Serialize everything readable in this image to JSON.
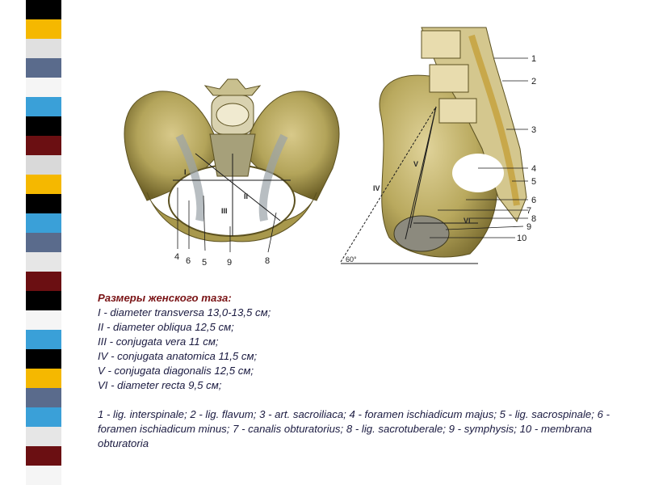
{
  "stripes": [
    "#000000",
    "#f5b800",
    "#e0e0e0",
    "#5a6b8c",
    "#f5f5f5",
    "#3aa0d8",
    "#000000",
    "#6b0f12",
    "#d9d9d9",
    "#f5b800",
    "#000000",
    "#3aa0d8",
    "#5a6b8c",
    "#e6e6e6",
    "#6b0f12",
    "#000000",
    "#f5f5f5",
    "#3aa0d8",
    "#000000",
    "#f5b800",
    "#5a6b8c",
    "#3aa0d8",
    "#e6e6e6",
    "#6b0f12",
    "#f5f5f5"
  ],
  "figure_left": {
    "numerals": [
      "I",
      "II",
      "III"
    ],
    "labels": [
      "4",
      "6",
      "5",
      "9",
      "8"
    ]
  },
  "figure_right": {
    "numerals": [
      "IV",
      "V",
      "VI"
    ],
    "angle": "60°",
    "labels": [
      "1",
      "2",
      "3",
      "4",
      "5",
      "6",
      "7",
      "8",
      "9",
      "10"
    ]
  },
  "caption": {
    "title": "Размеры женского таза:",
    "lines": [
      "I - diameter transversa 13,0-13,5 см;",
      "II - diameter obliqua 12,5 см;",
      "III - conjugata vera 11 см;",
      "IV - conjugata anatomica 11,5 см;",
      "V - conjugata diagonalis 12,5 см;",
      "VI - diameter recta 9,5 см;"
    ],
    "legend": "1 - lig. interspinale; 2 - lig. flavum; 3 - art. sacroiliaca; 4 - foramen ischiadicum majus; 5 - lig. sacrospinale; 6 - foramen ischiadicum minus; 7 - canalis obturatorius; 8 - lig. sacrotuberale; 9 - symphysis; 10 - membrana obturatoria"
  }
}
